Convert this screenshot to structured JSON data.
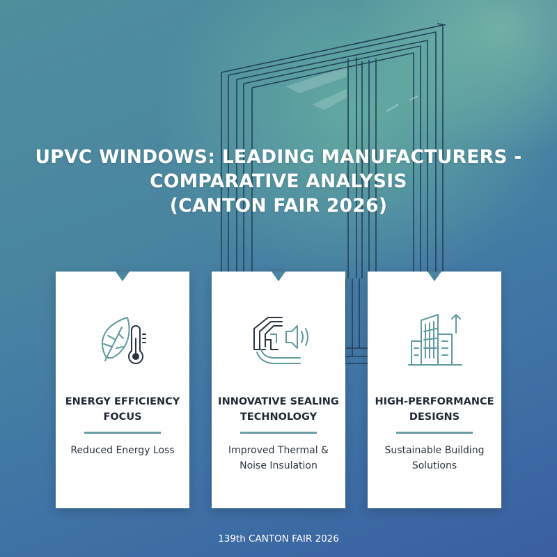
{
  "title_lines": [
    "UPVC WINDOWS: LEADING MANUFACTURERS -",
    "COMPARATIVE ANALYSIS",
    "(CANTON FAIR 2026)"
  ],
  "cards": [
    {
      "icon": "leaf-thermometer-icon",
      "heading_lines": [
        "ENERGY EFFICIENCY",
        "FOCUS"
      ],
      "sub_lines": [
        "Reduced Energy Loss"
      ]
    },
    {
      "icon": "window-seal-sound-icon",
      "heading_lines": [
        "INNOVATIVE SEALING",
        "TECHNOLOGY"
      ],
      "sub_lines": [
        "Improved Thermal &",
        "Noise Insulation"
      ]
    },
    {
      "icon": "building-growth-icon",
      "heading_lines": [
        "HIGH-PERFORMANCE",
        "DESIGNS"
      ],
      "sub_lines": [
        "Sustainable Building",
        "Solutions"
      ]
    }
  ],
  "footer": "139th CANTON FAIR 2026",
  "colors": {
    "icon_stroke": "#5f9a9f",
    "icon_dark": "#2a3340",
    "divider": "#6b9fa7",
    "heading": "#1f2a36"
  }
}
